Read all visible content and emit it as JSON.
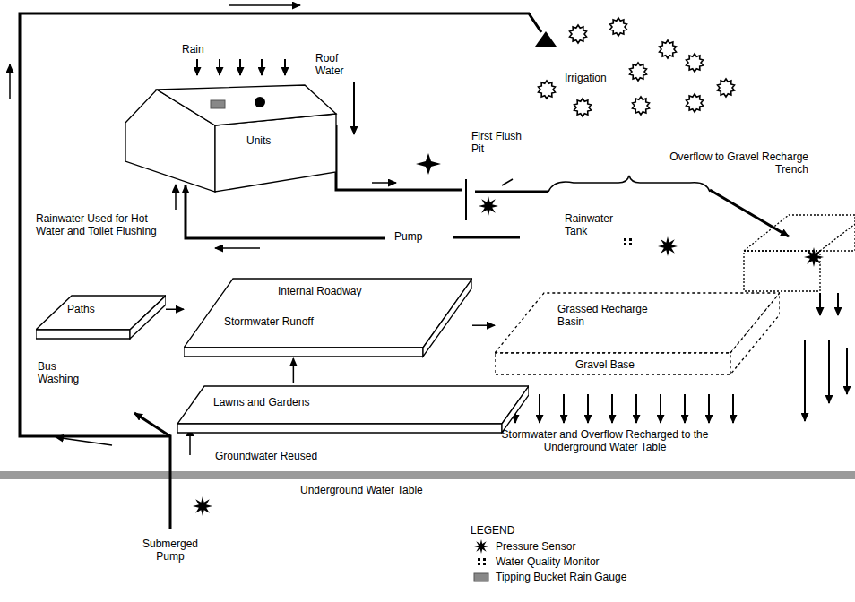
{
  "diagram": {
    "nodes": [
      {
        "text": [
          "Units"
        ]
      },
      {
        "text": [
          "Paths"
        ]
      },
      {
        "text": [
          "Internal Roadway",
          "Stormwater Runoff"
        ]
      },
      {
        "text": [
          "Grassed Recharge Basin",
          "Gravel Base"
        ]
      },
      {
        "text": [
          "Lawns and Gardens"
        ]
      }
    ],
    "edges": [
      {
        "from": 1,
        "to": 2,
        "arrow": "to"
      },
      {
        "from": 4,
        "to": 2,
        "arrow": "to"
      },
      {
        "from": 2,
        "to": 3,
        "arrow": "to"
      }
    ],
    "labels": [
      "Rain",
      "Roof Water",
      "Irrigation",
      "First Flush Pit",
      "Overflow to Gravel Recharge Trench",
      "Rainwater Tank",
      "Pump",
      "Rainwater Used for Hot Water and Toilet Flushing",
      "Bus Washing",
      "Groundwater Reused",
      "Stormwater and Overflow Recharged to the Underground Water Table",
      "Underground Water Table",
      "Submerged Pump",
      "LEGEND"
    ],
    "legend": [
      {
        "text": "Pressure Sensor"
      },
      {
        "text": "Water Quality Monitor"
      },
      {
        "text": "Tipping Bucket Rain Gauge"
      }
    ]
  }
}
